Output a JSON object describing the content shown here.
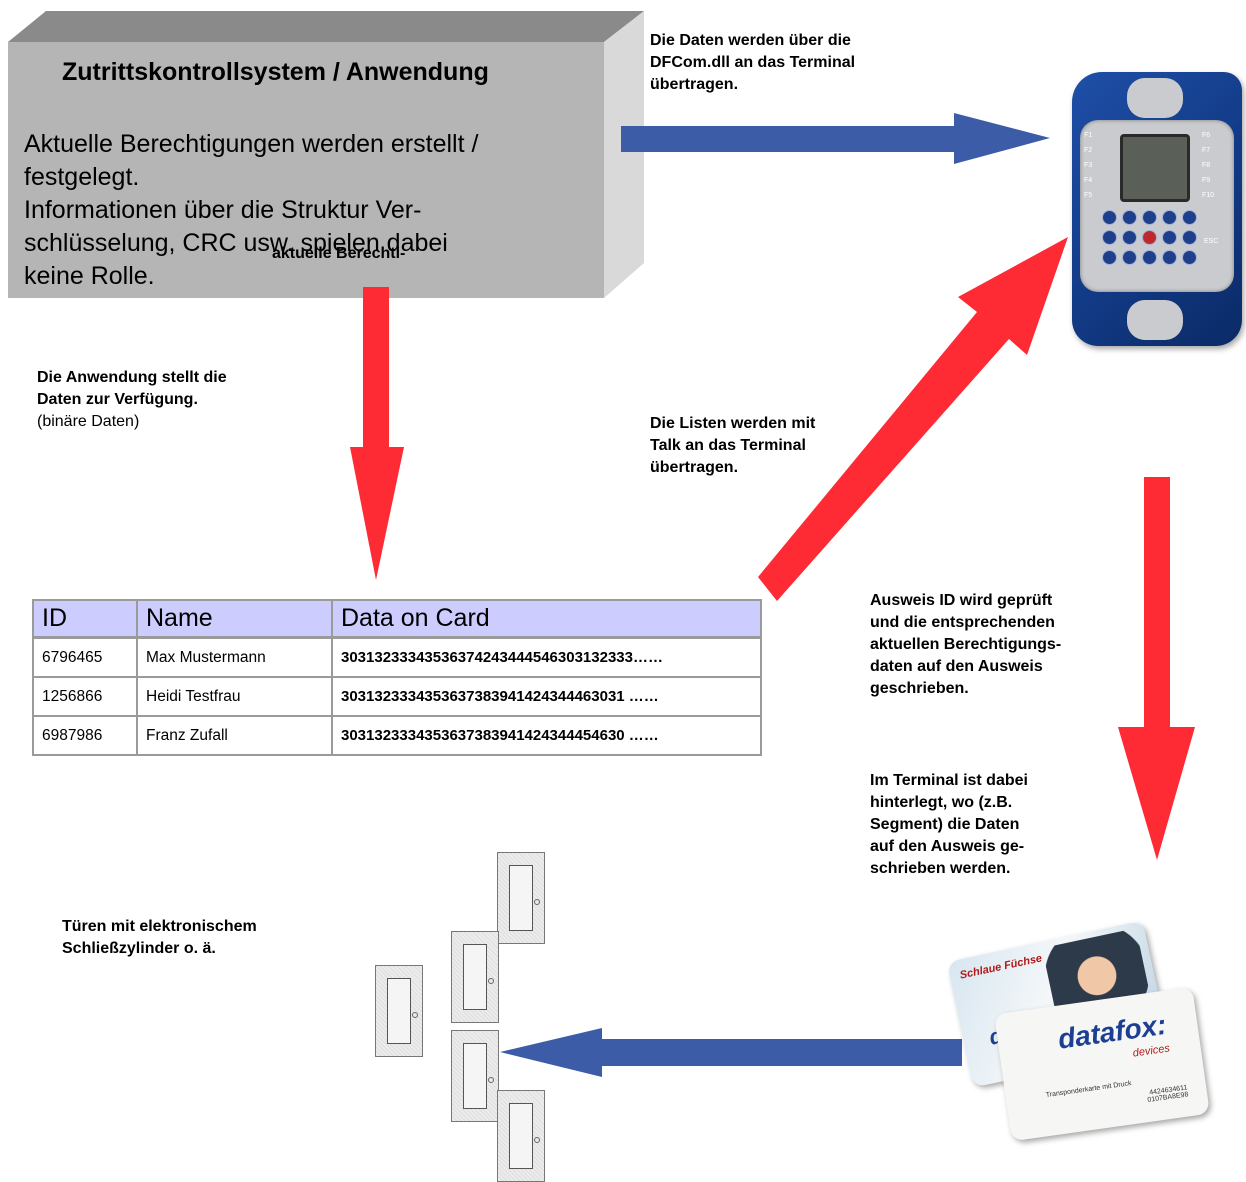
{
  "system_box": {
    "title": "Zutrittskontrollsystem / Anwendung",
    "lines": [
      "Aktuelle Berechtigungen werden erstellt /",
      "festgelegt.",
      "Informationen über die Struktur Ver-",
      "schlüsselung, CRC usw. spielen dabei",
      "keine Rolle."
    ],
    "overlap_label": "aktuelle Berechti-"
  },
  "notes": {
    "dfcom": {
      "bold_lines": [
        "Die Daten werden über die",
        "DFCom.dll an das Terminal",
        "übertragen."
      ]
    },
    "application": {
      "bold_lines": [
        "Die Anwendung stellt die",
        "Daten zur Verfügung."
      ],
      "normal_line": "(binäre Daten)"
    },
    "talk": {
      "bold_lines": [
        "Die Listen werden mit",
        "Talk an das Terminal",
        "übertragen."
      ]
    },
    "ausweis": {
      "bold_lines": [
        "Ausweis ID wird geprüft",
        "und die entsprechenden",
        "aktuellen Berechtigungs-",
        "daten auf den Ausweis",
        "geschrieben."
      ]
    },
    "terminal_info": {
      "bold_lines": [
        "Im Terminal ist dabei",
        "hinterlegt, wo (z.B.",
        "Segment) die Daten",
        "auf den Ausweis ge-",
        "schrieben werden."
      ]
    },
    "doors": {
      "bold_lines": [
        "Türen mit elektronischem",
        "Schließzylinder o. ä."
      ]
    }
  },
  "table": {
    "headers": [
      "ID",
      "Name",
      "Data on Card"
    ],
    "rows": [
      [
        "6796465",
        "Max Mustermann",
        "30313233343536374243444546303132333……"
      ],
      [
        "1256866",
        "Heidi Testfrau",
        "3031323334353637383941424344463031 ……"
      ],
      [
        "6987986",
        "Franz Zufall",
        "3031323334353637383941424344454630 ……"
      ]
    ]
  },
  "terminal": {
    "keys_left": [
      "F1",
      "F2",
      "F3",
      "F4",
      "F5"
    ],
    "keys_right": [
      "F6",
      "F7",
      "F8",
      "F9",
      "F10"
    ],
    "esc_label": "ESC"
  },
  "cards": {
    "card1_header": "Schlaue Füchse",
    "card1_brand": "datafox",
    "card2_brand": "datafox:",
    "card2_brand_sub": "devices",
    "card2_caption": "Transponderkarte mit Druck",
    "card2_numbers": [
      "4424634611",
      "0107BA8E98"
    ]
  },
  "colors": {
    "blue_arrow": "#3c5ca7",
    "red_arrow": "#fe2b35",
    "box_front": "#b5b5b5",
    "box_top": "#8a8a8a",
    "box_side": "#d6d6d6",
    "table_header": "#ccccff"
  }
}
